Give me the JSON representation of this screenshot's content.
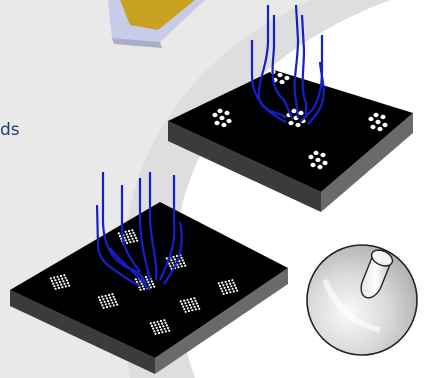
{
  "fragment_text": "ds",
  "colors": {
    "background": "#ffffff",
    "arc": "#dedede",
    "fiber": "#1520c8",
    "plate_top": "#000000",
    "plate_front": "#3b3b3b",
    "plate_side": "#6a6a6a",
    "dots": "#ffffff",
    "top_panel_frame": "#c7cde8",
    "top_panel_gold": "#caa223",
    "sphere_fill": "#d9d9d9"
  },
  "icons": {
    "top_plate": "perforated-plate-6-hexagonal-groups",
    "bottom_plate": "perforated-plate-3x3-dense-groups",
    "sphere": "sphere-with-cylindrical-stub"
  }
}
